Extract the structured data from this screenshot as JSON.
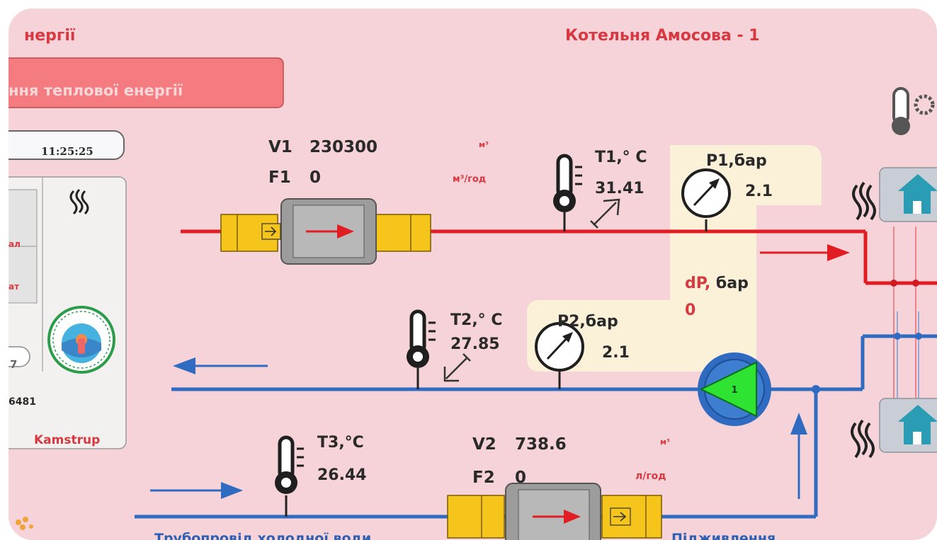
{
  "header": {
    "left_fragment": "нергії",
    "title": "Котельня  Амосова - 1",
    "banner": "ння теплової енергії"
  },
  "panel": {
    "clock": "11:25:25",
    "btn1": "ал",
    "btn2": "ат",
    "small_field": "7",
    "serial_fragment": "6481",
    "brand": "Kamstrup"
  },
  "meter1": {
    "v_label": "V1",
    "v_value": "230300",
    "v_unit": "м³",
    "f_label": "F1",
    "f_value": "0",
    "f_unit": "м³/год"
  },
  "meter2": {
    "v_label": "V2",
    "v_value": "738.6",
    "v_unit": "м³",
    "f_label": "F2",
    "f_value": "0",
    "f_unit": "л/год"
  },
  "sensors": {
    "t1_label": "T1,° C",
    "t1_value": "31.41",
    "p1_label": "P1,бар",
    "p1_value": "2.1",
    "t2_label": "T2,° C",
    "t2_value": "27.85",
    "p2_label": "P2,бар",
    "p2_value": "2.1",
    "t3_label": "T3,°C",
    "t3_value": "26.44",
    "dp_label_red": "dP,",
    "dp_label_dark": " бар",
    "dp_value": "0"
  },
  "pump": {
    "number": "1"
  },
  "footer": {
    "cold_water": "Трубопровід холодної води",
    "make_up": "Підживлення"
  },
  "colors": {
    "background": "#f6d3d8",
    "supply": "#e21c23",
    "return": "#2f6bc0",
    "note": "#fbf1d9",
    "accent_red": "#d8383f"
  }
}
